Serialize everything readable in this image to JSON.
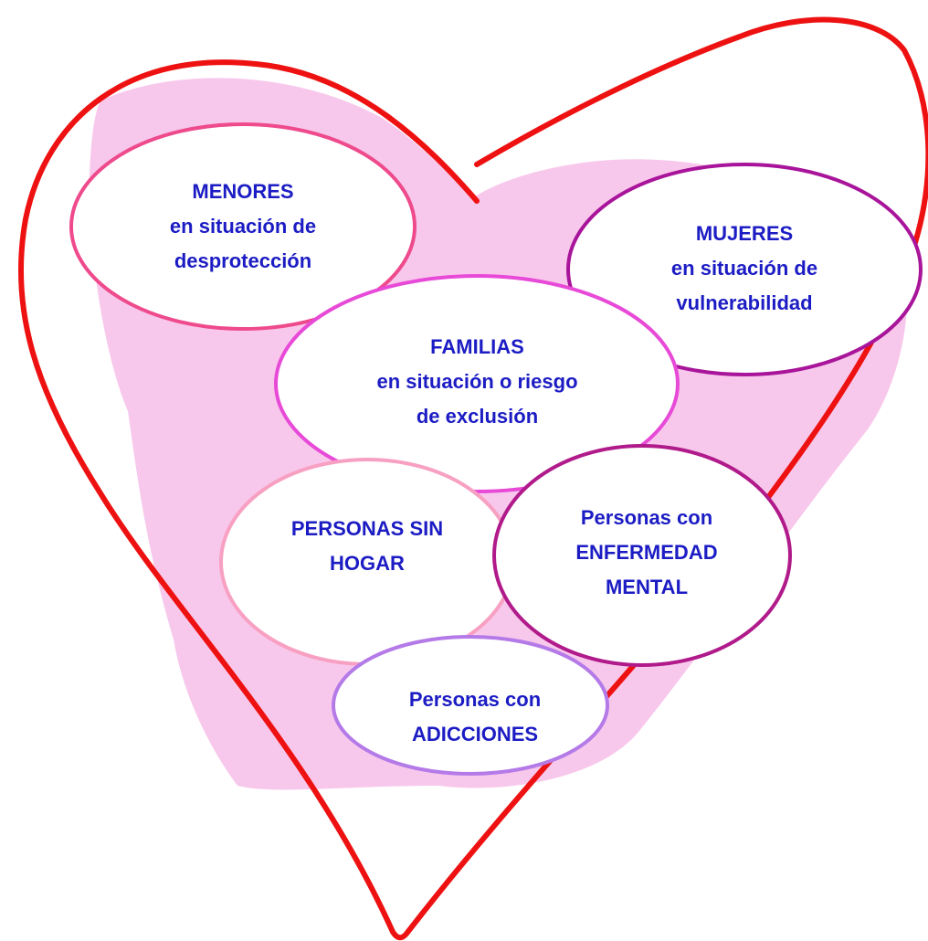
{
  "colors": {
    "heart_outline": "#ee1111",
    "heart_fill": "#f8c8ec",
    "text": "#1c1cc4",
    "node_fill": "#ffffff"
  },
  "nodes": {
    "menores": {
      "lines": [
        "MENORES",
        "en situación de",
        "desprotección"
      ],
      "border": "#ee4a8c"
    },
    "mujeres": {
      "lines": [
        "MUJERES",
        "en situación de",
        "vulnerabilidad"
      ],
      "border": "#a8149a"
    },
    "familias": {
      "lines": [
        "FAMILIAS",
        "en situación o riesgo",
        "de exclusión"
      ],
      "border": "#e84ad8"
    },
    "sin_hogar": {
      "lines": [
        "PERSONAS SIN",
        "HOGAR"
      ],
      "border": "#f7a0c2"
    },
    "enfermedad": {
      "lines": [
        "Personas con",
        "ENFERMEDAD",
        "MENTAL"
      ],
      "border": "#b01a8a"
    },
    "adicciones": {
      "lines": [
        "Personas con",
        "ADICCIONES"
      ],
      "border": "#b47ae8"
    }
  }
}
